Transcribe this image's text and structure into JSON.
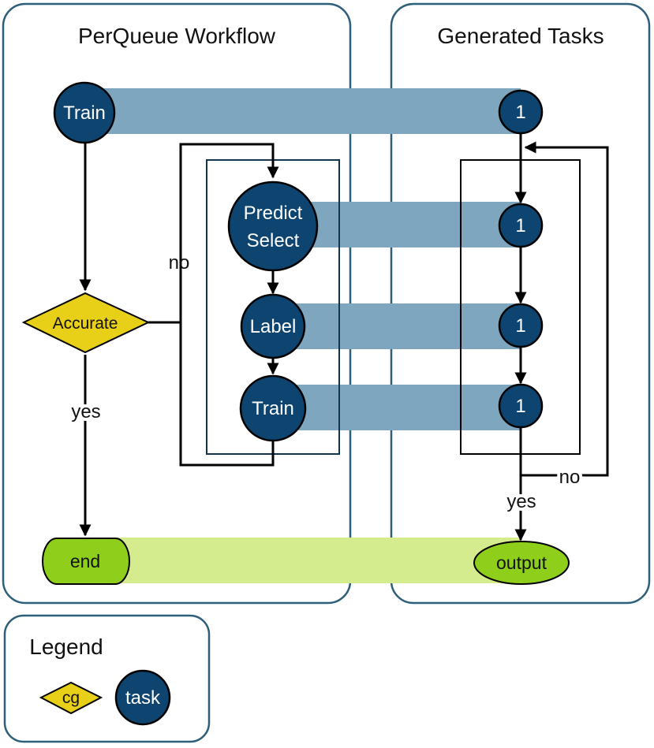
{
  "panels": {
    "workflow_title": "PerQueue Workflow",
    "tasks_title": "Generated Tasks",
    "legend_title": "Legend"
  },
  "workflow": {
    "train_top": "Train",
    "predict_line1": "Predict",
    "predict_line2": "Select",
    "label": "Label",
    "train_loop": "Train",
    "accurate": "Accurate",
    "end": "end",
    "no": "no",
    "yes": "yes"
  },
  "tasks": {
    "task1": "1",
    "task2": "1",
    "task3": "1",
    "task4": "1",
    "output": "output",
    "no": "no",
    "yes": "yes"
  },
  "legend": {
    "cg": "cg",
    "task": "task"
  },
  "colors": {
    "panel_border": "#2e5f7a",
    "task_fill": "#0e4470",
    "task_stroke": "#000000",
    "band_blue": "#7fa6bf",
    "band_green": "#d4ec8e",
    "cg_fill": "#e9d018",
    "end_fill": "#8fcf1c"
  }
}
